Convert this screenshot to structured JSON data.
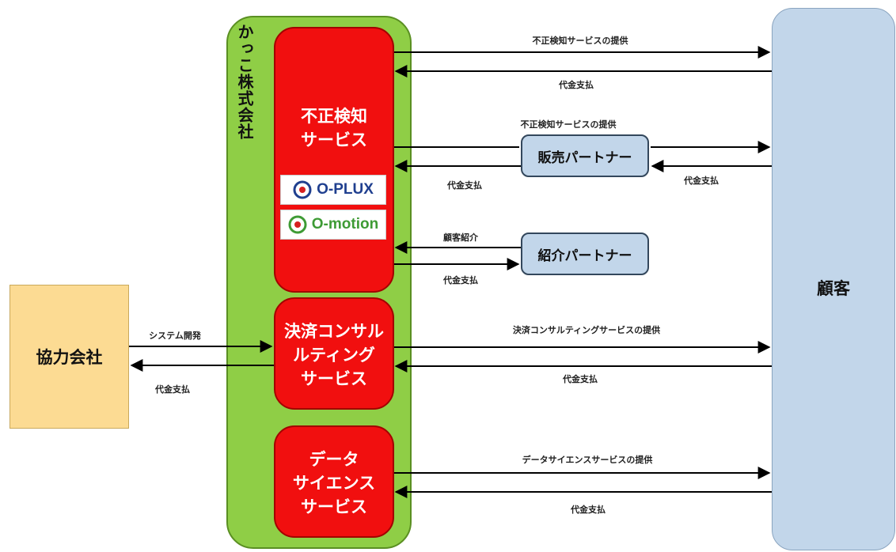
{
  "company": {
    "name": "かっこ株式会社"
  },
  "services": {
    "fraud": "不正検知\nサービス",
    "consulting": "決済コンサル\nルティング\nサービス",
    "datascience": "データ\nサイエンス\nサービス"
  },
  "logos": {
    "oplux": "O-PLUX",
    "omotion": "O-motion"
  },
  "customer": "顧客",
  "partners": {
    "sales": "販売パートナー",
    "referral": "紹介パートナー"
  },
  "cooperative": "協力会社",
  "labels": {
    "fraud_provide_direct": "不正検知サービスの提供",
    "fraud_pay_direct": "代金支払",
    "fraud_provide_sales": "不正検知サービスの提供",
    "sales_pay_left": "代金支払",
    "sales_pay_right": "代金支払",
    "referral_intro": "顧客紹介",
    "referral_pay": "代金支払",
    "system_dev": "システム開発",
    "coop_pay": "代金支払",
    "consulting_provide": "決済コンサルティングサービスの提供",
    "consulting_pay": "代金支払",
    "ds_provide": "データサイエンスサービスの提供",
    "ds_pay": "代金支払"
  },
  "colors": {
    "company": "#8fce46",
    "service": "#f10f0f",
    "customer": "#c2d6ea",
    "partner": "#c2d6ea",
    "cooperative": "#fcdb93",
    "oplux_text": "#1f3f8f",
    "omotion_text": "#3e9b35"
  }
}
